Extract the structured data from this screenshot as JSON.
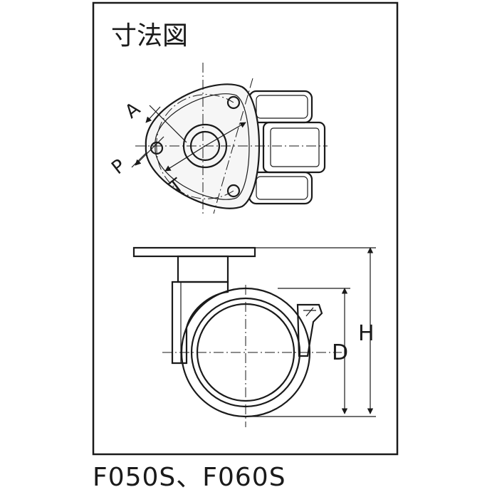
{
  "title": "寸法図",
  "caption": "F050S、F060S",
  "dimension_labels": {
    "a": "A",
    "p": "P",
    "t": "T",
    "d": "D",
    "h": "H"
  }
}
